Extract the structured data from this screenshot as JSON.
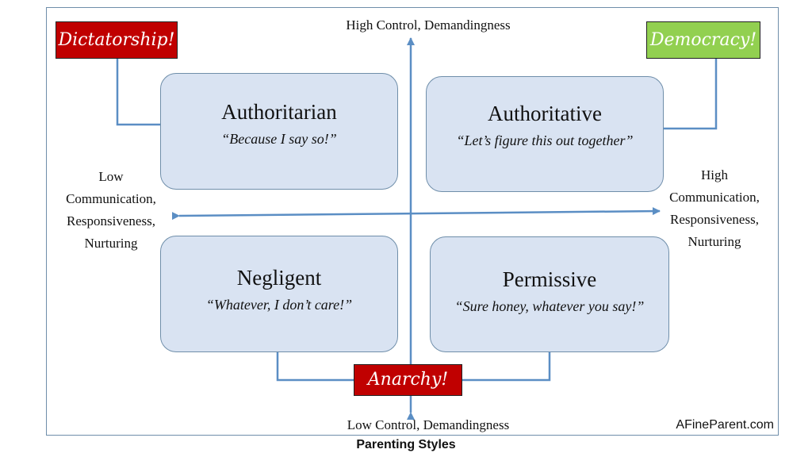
{
  "axes": {
    "top": "High Control, Demandingness",
    "bottom": "Low Control, Demandingness",
    "left": [
      "Low",
      "Communication,",
      "Responsiveness,",
      "Nurturing"
    ],
    "right": [
      "High",
      "Communication,",
      "Responsiveness,",
      "Nurturing"
    ]
  },
  "quadrants": {
    "authoritarian": {
      "name": "Authoritarian",
      "quote": "“Because I say so!”"
    },
    "authoritative": {
      "name": "Authoritative",
      "quote": "“Let’s figure this out together”"
    },
    "negligent": {
      "name": "Negligent",
      "quote": "“Whatever, I don’t care!”"
    },
    "permissive": {
      "name": "Permissive",
      "quote": "“Sure honey, whatever you say!”"
    }
  },
  "tags": {
    "dictatorship": "Dictatorship!",
    "democracy": "Democracy!",
    "anarchy": "Anarchy!"
  },
  "site": "AFineParent.com",
  "caption": "Parenting Styles",
  "colors": {
    "box_fill": "#d9e3f2",
    "box_border": "#6f8eaa",
    "arrow": "#5b8ec4",
    "tag_red": "#c00000",
    "tag_green": "#92d050"
  }
}
